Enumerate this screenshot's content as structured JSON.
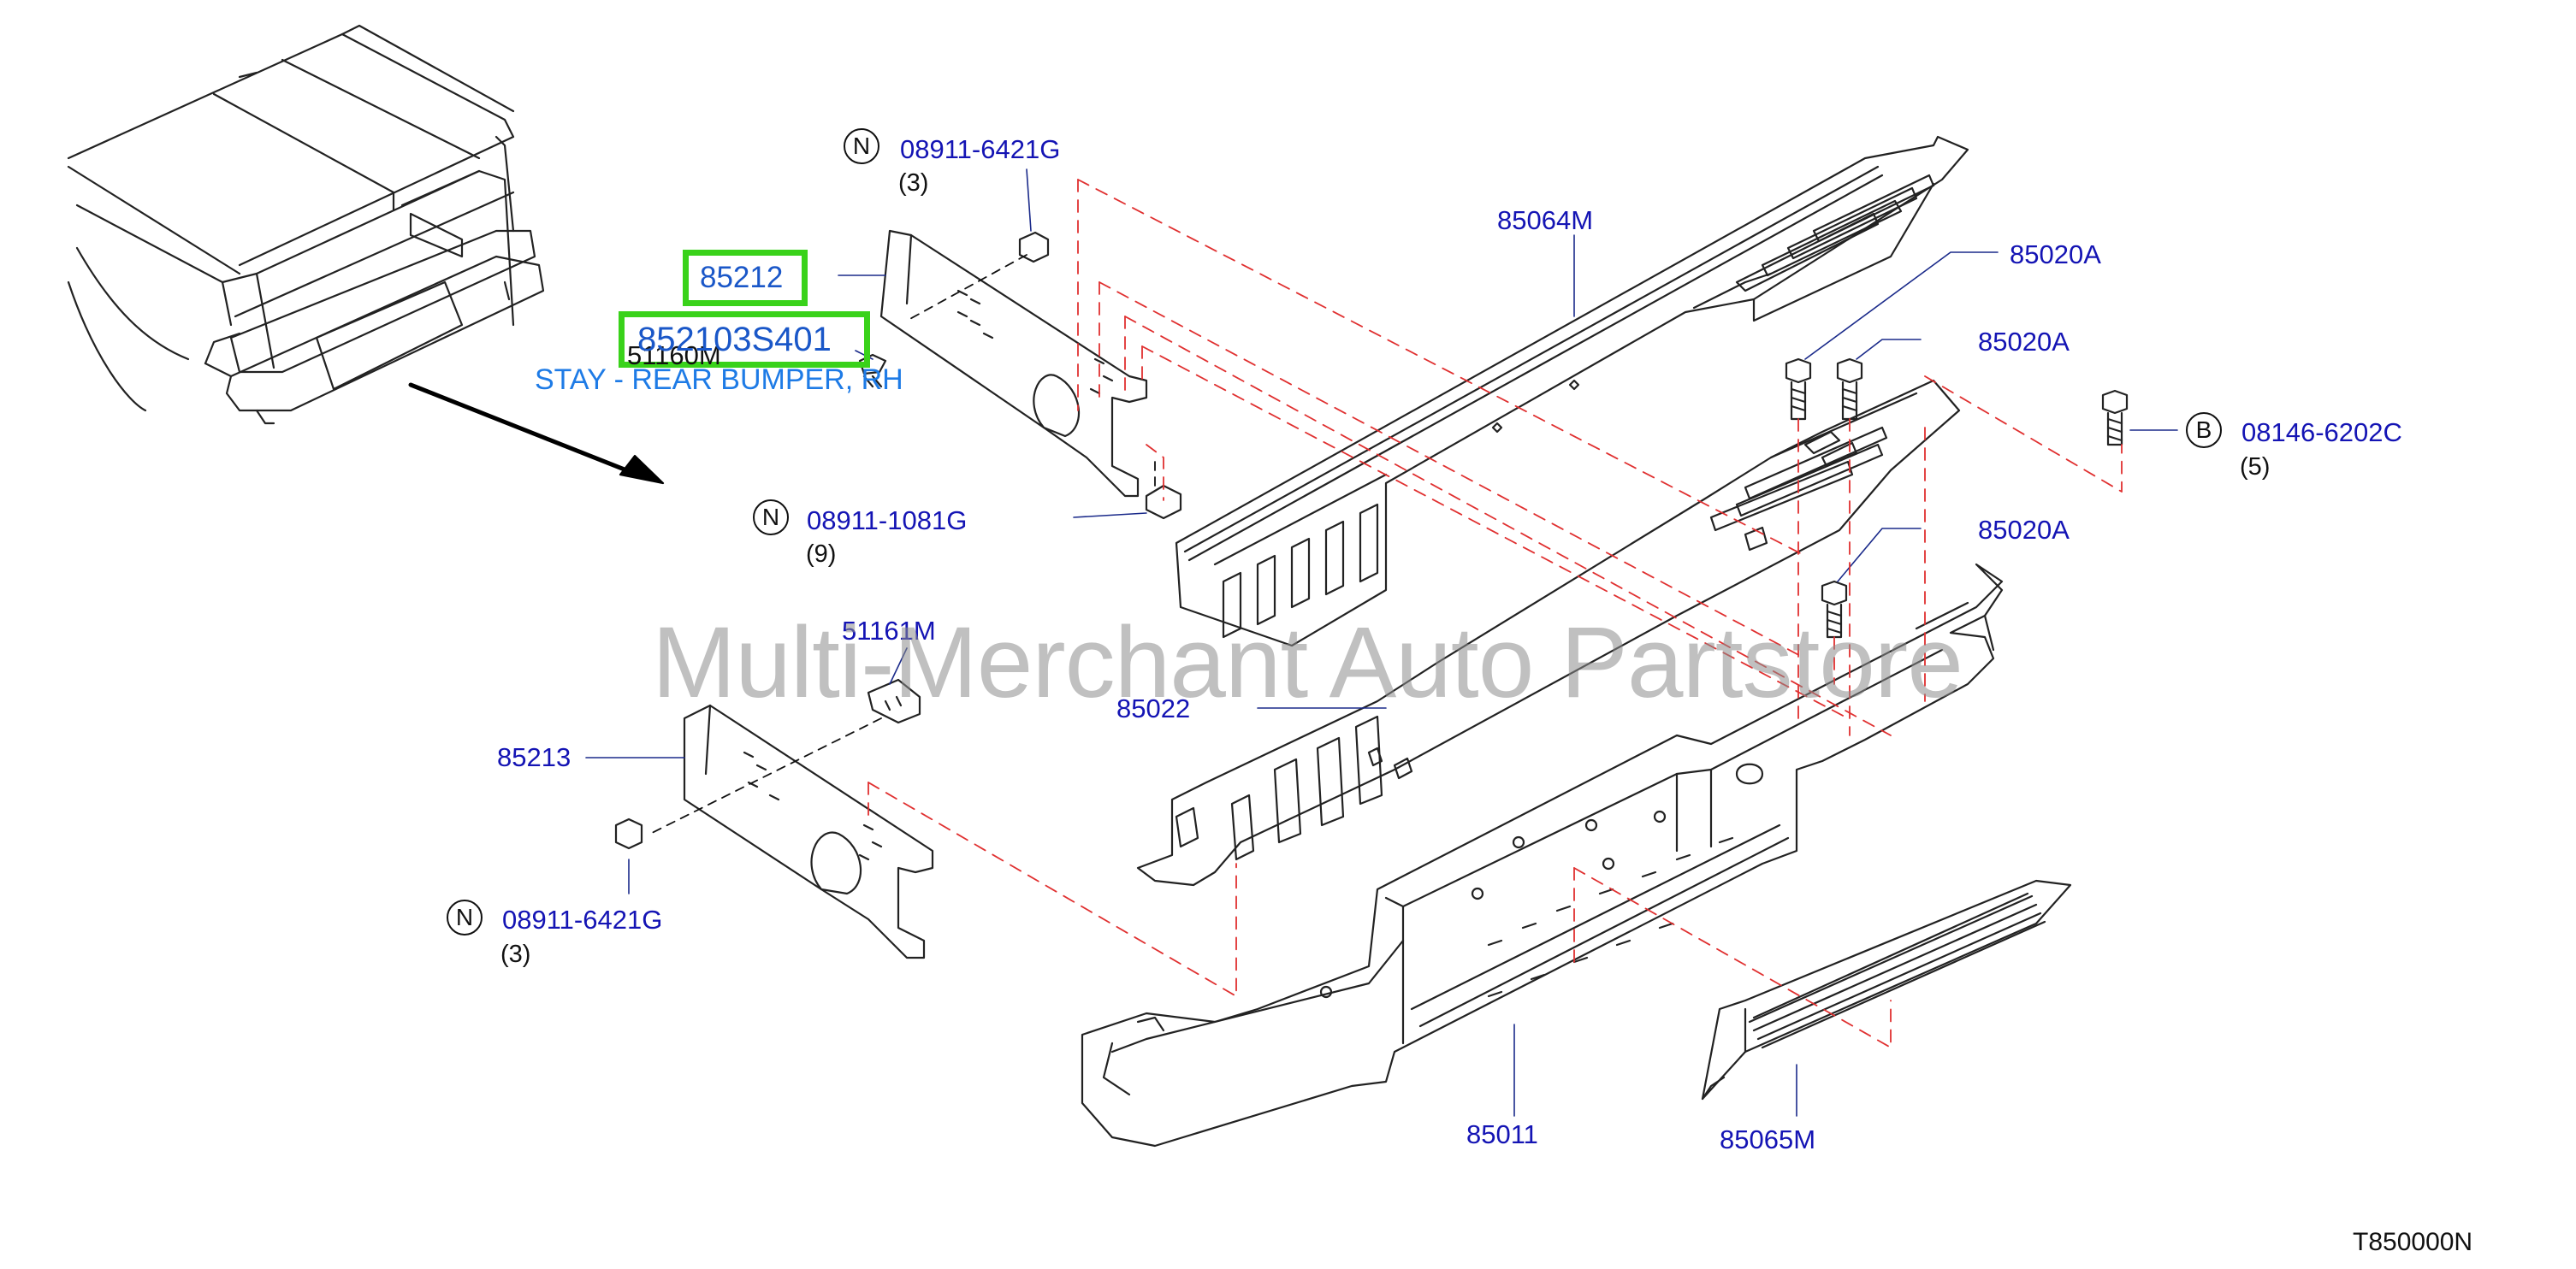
{
  "diagram": {
    "code": "T850000N",
    "watermark": "Multi-Merchant Auto Partstore"
  },
  "selection": {
    "part_a": "85212",
    "part_b": "852103S401",
    "description": "STAY - REAR BUMPER, RH",
    "highlight_color": "#39d21a"
  },
  "callouts": {
    "c_08911_6421G_top": {
      "badge": "N",
      "label": "08911-6421G",
      "qty": "(3)"
    },
    "c_51160M": {
      "label": "51160M"
    },
    "c_08911_1081G": {
      "badge": "N",
      "label": "08911-1081G",
      "qty": "(9)"
    },
    "c_85064M": {
      "label": "85064M"
    },
    "c_85020A_1": {
      "label": "85020A"
    },
    "c_85020A_2": {
      "label": "85020A"
    },
    "c_08146_6202C": {
      "badge": "B",
      "label": "08146-6202C",
      "qty": "(5)"
    },
    "c_85020A_3": {
      "label": "85020A"
    },
    "c_51161M": {
      "label": "51161M"
    },
    "c_85213": {
      "label": "85213"
    },
    "c_85022": {
      "label": "85022"
    },
    "c_08911_6421G_bottom": {
      "badge": "N",
      "label": "08911-6421G",
      "qty": "(3)"
    },
    "c_85011": {
      "label": "85011"
    },
    "c_85065M": {
      "label": "85065M"
    }
  },
  "colors": {
    "callout_text": "#1414b4",
    "line_art": "#222222",
    "dashed_leader": "#e03030",
    "description_text": "#1e7be6"
  }
}
